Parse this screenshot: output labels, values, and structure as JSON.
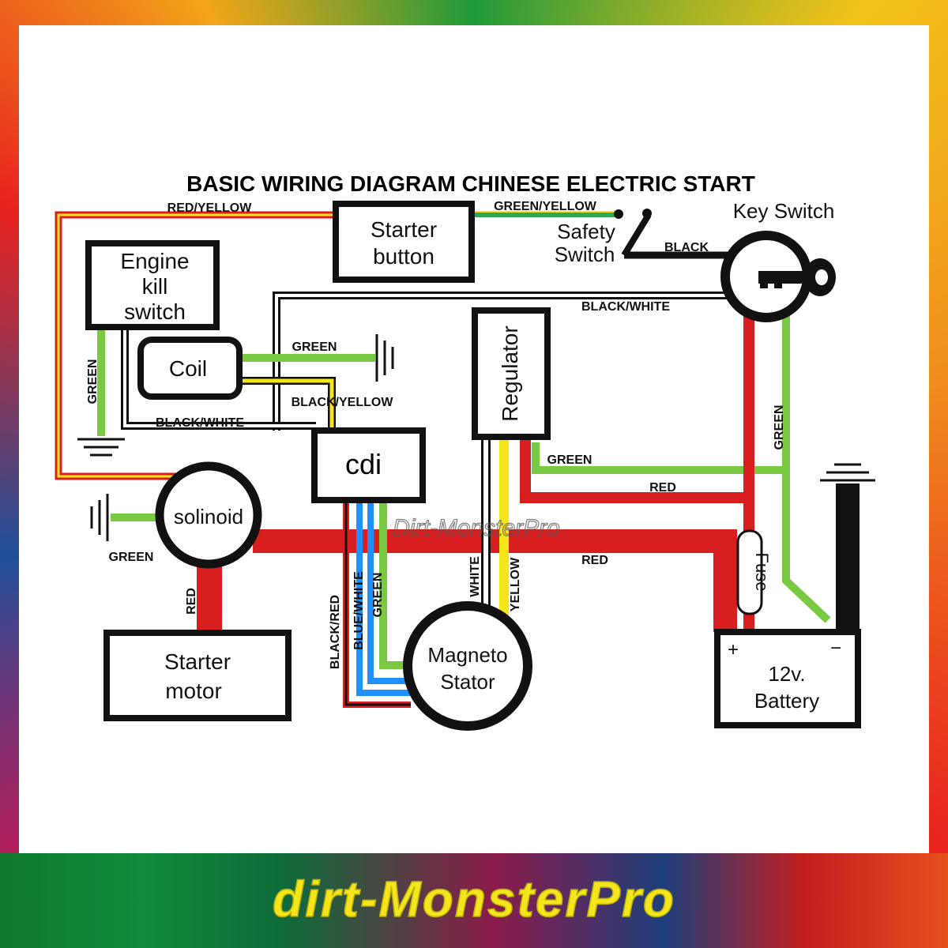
{
  "diagram": {
    "title": "BASIC WIRING DIAGRAM CHINESE ELECTRIC START",
    "components": {
      "starter_button": [
        "Starter",
        "button"
      ],
      "engine_kill_switch": [
        "Engine",
        "kill",
        "switch"
      ],
      "coil": "Coil",
      "cdi": "cdi",
      "regulator": "Regulator",
      "safety_switch": [
        "Safety",
        "Switch"
      ],
      "key_switch": "Key Switch",
      "solenoid": "solinoid",
      "starter_motor": [
        "Starter",
        "motor"
      ],
      "magneto_stator": [
        "Magneto",
        "Stator"
      ],
      "fuse": "Fuse",
      "battery": [
        "12v.",
        "Battery"
      ],
      "battery_plus": "+",
      "battery_minus": "−"
    },
    "wire_labels": {
      "red_yellow": "RED/YELLOW",
      "green_yellow": "GREEN/YELLOW",
      "black": "BLACK",
      "black_white_top": "BLACK/WHITE",
      "green_coil": "GREEN",
      "black_yellow": "BLACK/YELLOW",
      "black_white_left": "BLACK/WHITE",
      "green_kill": "GREEN",
      "green_regulator": "GREEN",
      "red_regulator": "RED",
      "green_key": "GREEN",
      "red_main": "RED",
      "green_solenoid": "GREEN",
      "red_starter": "RED",
      "black_red": "BLACK/RED",
      "blue_white": "BLUE/WHITE",
      "green_stator": "GREEN",
      "white": "WHITE",
      "yellow": "YELLOW"
    },
    "watermark": "Dirt-MonsterPro"
  },
  "brand": "dirt-MonsterPro",
  "colors": {
    "red": "#d81e1e",
    "green": "#7ac943",
    "yellow": "#f7e51c",
    "blue": "#1e90ff",
    "black": "#111111"
  }
}
